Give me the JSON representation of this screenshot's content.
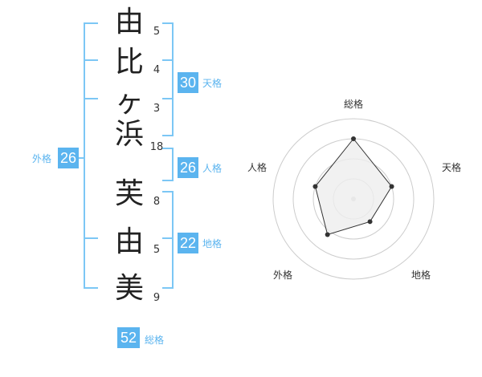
{
  "name": {
    "characters": [
      {
        "char": "由",
        "strokes": "5"
      },
      {
        "char": "比",
        "strokes": "4"
      },
      {
        "char": "ヶ",
        "strokes": "3"
      },
      {
        "char": "浜",
        "strokes": "18"
      },
      {
        "char": "芙",
        "strokes": "8"
      },
      {
        "char": "由",
        "strokes": "5"
      },
      {
        "char": "美",
        "strokes": "9"
      }
    ]
  },
  "fortunes": {
    "tenkaku": {
      "value": "30",
      "label": "天格"
    },
    "jinkaku": {
      "value": "26",
      "label": "人格"
    },
    "chikaku": {
      "value": "22",
      "label": "地格"
    },
    "gaikaku": {
      "value": "26",
      "label": "外格"
    },
    "soukaku": {
      "value": "52",
      "label": "総格"
    }
  },
  "radar": {
    "axes": [
      "総格",
      "天格",
      "地格",
      "外格",
      "人格"
    ],
    "levels": 4,
    "scores": [
      0.75,
      0.5,
      0.35,
      0.55,
      0.5
    ],
    "colors": {
      "grid": "#cccccc",
      "fill": "#eeeeee",
      "line": "#333333",
      "point": "#333333",
      "center": "#cccccc"
    }
  },
  "colors": {
    "accent": "#5bb4ef",
    "bracket": "#7cc7f5"
  }
}
